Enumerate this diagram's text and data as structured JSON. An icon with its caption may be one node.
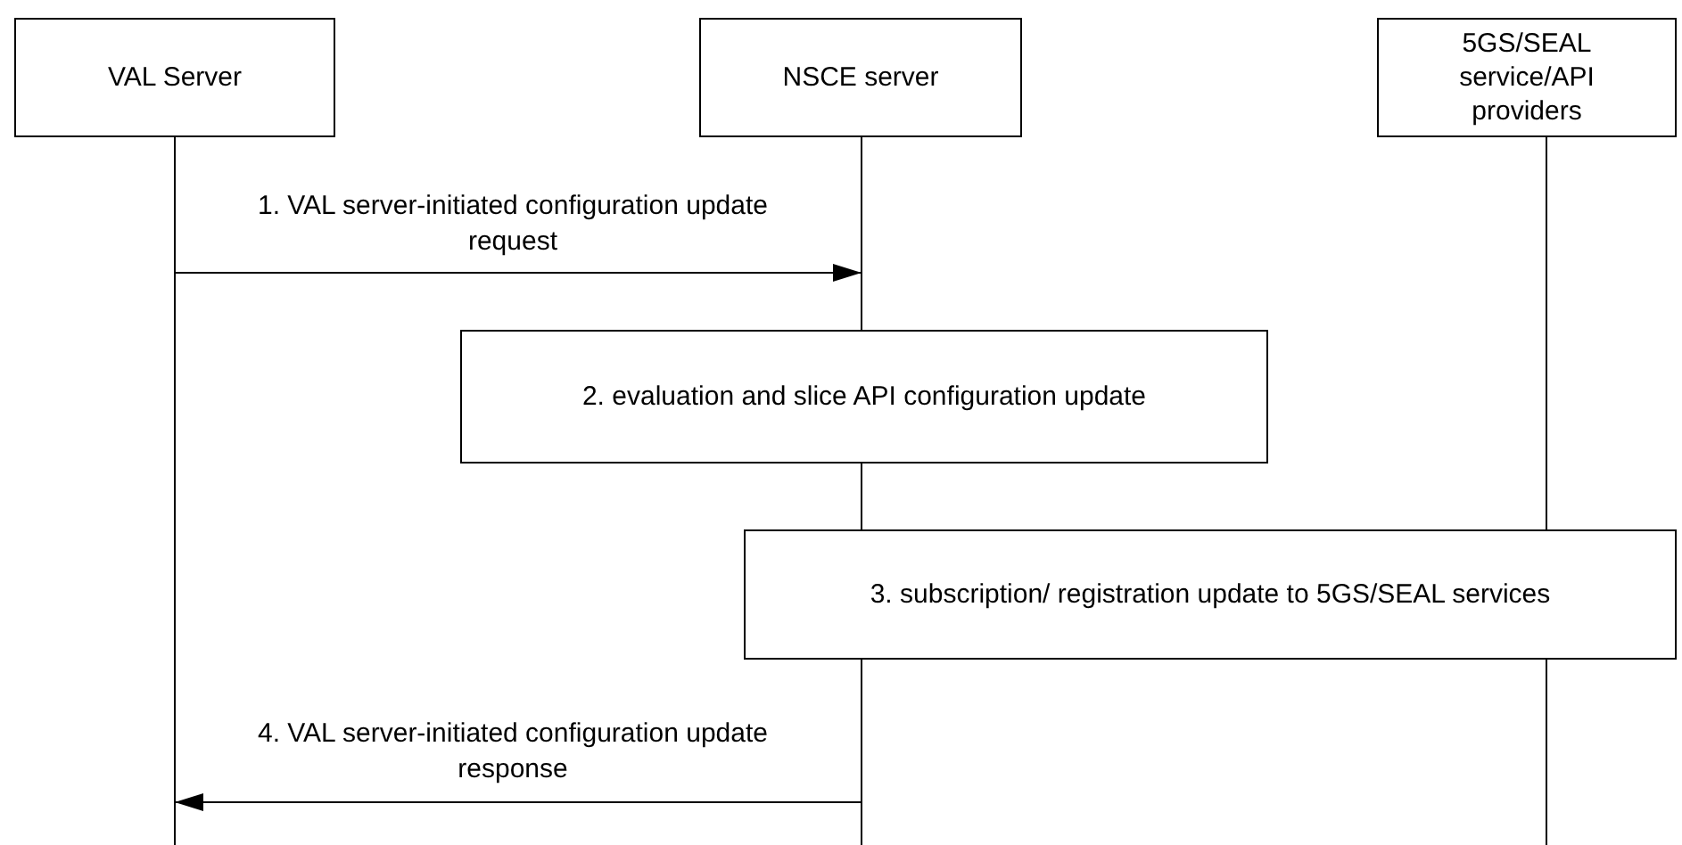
{
  "diagram": {
    "nodes": [
      {
        "text": [
          "VAL Server"
        ]
      },
      {
        "text": [
          "NSCE  server"
        ]
      },
      {
        "text": [
          "5GS/SEAL service/API providers"
        ]
      },
      {
        "text": [
          "2. evaluation and slice API configuration update"
        ]
      },
      {
        "text": [
          "3. subscription/ registration update to 5GS/SEAL services"
        ]
      }
    ],
    "edges": [
      {
        "from": 0,
        "to": 1,
        "arrow": "to",
        "label": "1. VAL server-initiated configuration update request"
      },
      {
        "from": 1,
        "to": 0,
        "arrow": "to",
        "label": "4. VAL server-initiated configuration update response"
      }
    ]
  }
}
